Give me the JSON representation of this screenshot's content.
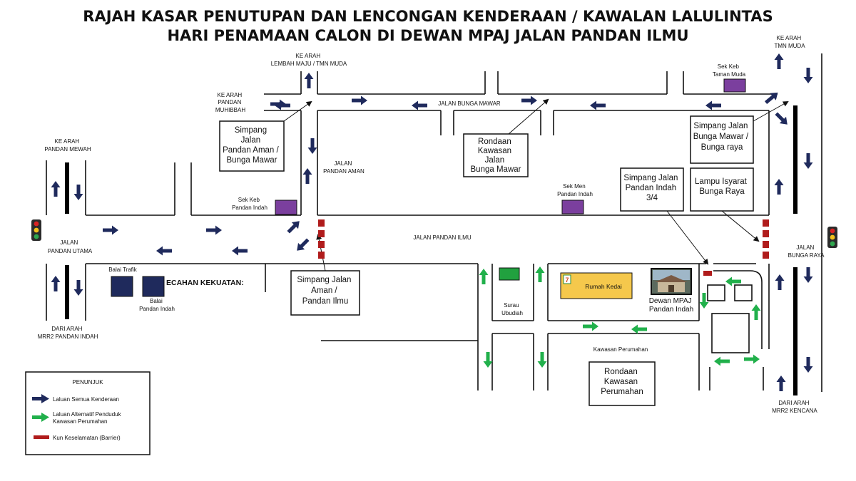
{
  "title": {
    "line1": "RAJAH KASAR PENUTUPAN DAN LENCONGAN KENDERAAN / KAWALAN LALULINTAS",
    "line2": "HARI PENAMAAN CALON DI DEWAN MPAJ JALAN PANDAN ILMU"
  },
  "directions": {
    "lembah_maju": [
      "KE ARAH",
      "LEMBAH MAJU / TMN MUDA"
    ],
    "pandan_muhibbah": [
      "KE ARAH",
      "PANDAN",
      "MUHIBBAH"
    ],
    "pandan_mewah": [
      "KE ARAH",
      "PANDAN MEWAH"
    ],
    "tmn_muda": [
      "KE ARAH",
      "TMN MUDA"
    ],
    "mrr2_pandan_indah": [
      "DARI ARAH",
      "MRR2 PANDAN INDAH"
    ],
    "mrr2_kencana": [
      "DARI ARAH",
      "MRR2 KENCANA"
    ]
  },
  "roads": {
    "bunga_mawar": "JALAN BUNGA MAWAR",
    "pandan_aman": [
      "JALAN",
      "PANDAN AMAN"
    ],
    "pandan_ilmu": "JALAN PANDAN ILMU",
    "pandan_utama": [
      "JALAN",
      "PANDAN UTAMA"
    ],
    "bunga_raya": [
      "JALAN",
      "BUNGA RAYA"
    ]
  },
  "places": {
    "sek_keb_pandan_indah": [
      "Sek Keb",
      "Pandan Indah"
    ],
    "sek_keb_taman_muda": [
      "Sek Keb",
      "Taman Muda"
    ],
    "sek_men_pandan_indah": [
      "Sek Men",
      "Pandan Indah"
    ],
    "balai_trafik": "Balai Trafik",
    "balai_pandan_indah": [
      "Balai",
      "Pandan Indah"
    ],
    "pecahan_kekuatan": "ECAHAN KEKUATAN:",
    "surau": [
      "Surau",
      "Ubudiah"
    ],
    "rumah_kedai": "Rumah Kedai",
    "dewan": [
      "Dewan MPAJ",
      "Pandan Indah"
    ],
    "kawasan_perumahan": "Kawasan Perumahan"
  },
  "boxes": {
    "simpang_aman_mawar": [
      "Simpang",
      "Jalan",
      "Pandan Aman /",
      "Bunga Mawar"
    ],
    "rondaan_mawar": [
      "Rondaan",
      "Kawasan",
      "Jalan",
      "Bunga Mawar"
    ],
    "simpang_mawar_raya": [
      "Simpang Jalan",
      "Bunga Mawar /",
      "Bunga raya"
    ],
    "simpang_indah": [
      "Simpang Jalan",
      "Pandan Indah",
      "3/4"
    ],
    "lampu_isyarat": [
      "Lampu Isyarat",
      "Bunga Raya"
    ],
    "simpang_aman_ilmu": [
      "Simpang Jalan",
      "Aman /",
      "Pandan Ilmu"
    ],
    "rondaan_perumahan": [
      "Rondaan",
      "Kawasan",
      "Perumahan"
    ]
  },
  "legend": {
    "title": "PENUNJUK",
    "all_vehicles": "Laluan  Semua Kenderaan",
    "alternative": [
      "Laluan  Alternatif Penduduk",
      "Kawasan Perumahan"
    ],
    "barrier": "Kun Keselamatan (Barrier)"
  },
  "colors": {
    "all_vehicles_arrow": "#1f2a5c",
    "alternative_arrow": "#21b04b",
    "barrier": "#b01c1c",
    "school": "#7b3f9e",
    "balai": "#1f2a5c",
    "surau": "#21a13f",
    "shop": "#f5c84c"
  }
}
